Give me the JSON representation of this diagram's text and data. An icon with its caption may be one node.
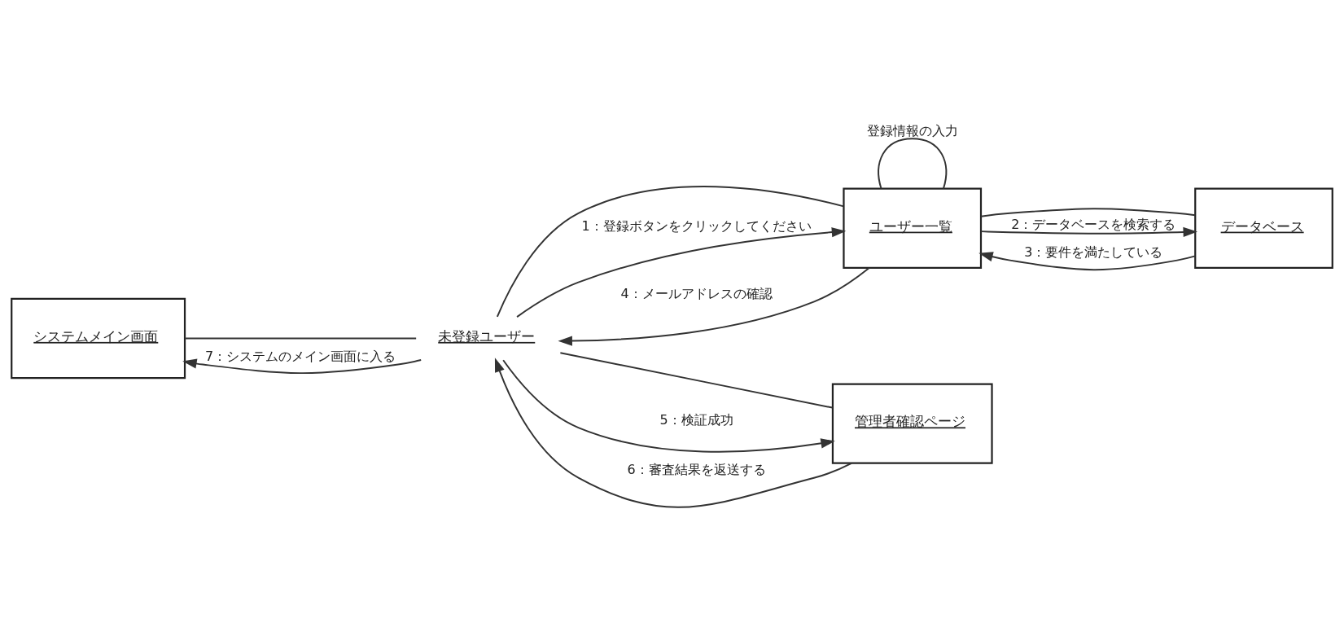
{
  "diagram": {
    "nodes": [
      {
        "text": [
          "システムメイン画面"
        ]
      },
      {
        "text": [
          "未登録ユーザー"
        ]
      },
      {
        "text": [
          "ユーザー一覧"
        ]
      },
      {
        "text": [
          "データベース"
        ]
      },
      {
        "text": [
          "管理者確認ページ"
        ]
      }
    ],
    "edges": [
      {
        "from": 0,
        "to": 1,
        "arrow": "none"
      },
      {
        "from": 1,
        "to": 2,
        "arrow": "none"
      },
      {
        "from": 2,
        "to": 2,
        "arrow": "none",
        "label": "登録情報の入力"
      },
      {
        "from": 2,
        "to": 3,
        "arrow": "none"
      },
      {
        "from": 1,
        "to": 4,
        "arrow": "none"
      },
      {
        "from": 1,
        "to": 2,
        "arrow": "to",
        "label": "1：登録ボタンをクリックしてください"
      },
      {
        "from": 2,
        "to": 3,
        "arrow": "to",
        "label": "2：データベースを検索する"
      },
      {
        "from": 3,
        "to": 2,
        "arrow": "to",
        "label": "3：要件を満たしている"
      },
      {
        "from": 2,
        "to": 1,
        "arrow": "to",
        "label": "4：メールアドレスの確認"
      },
      {
        "from": 1,
        "to": 4,
        "arrow": "to",
        "label": "5：検証成功"
      },
      {
        "from": 4,
        "to": 1,
        "arrow": "to",
        "label": "6：審査結果を返送する"
      },
      {
        "from": 1,
        "to": 0,
        "arrow": "to",
        "label": "7：システムのメイン画面に入る"
      }
    ]
  }
}
